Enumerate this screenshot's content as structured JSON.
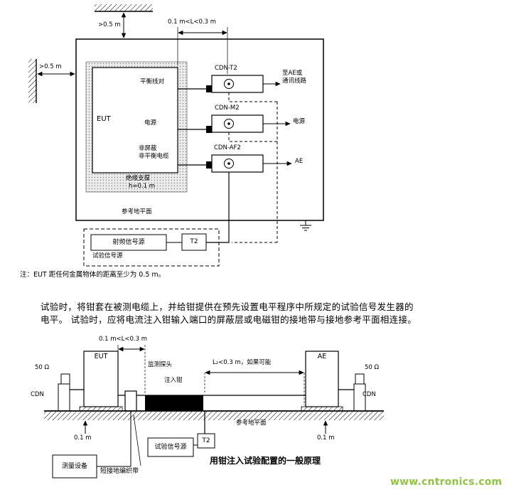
{
  "top": {
    "dims": {
      "ceiling": ">0.5 m",
      "wall": ">0.5 m",
      "cdn": "0.1 m<L<0.3 m"
    },
    "eut": "EUT",
    "cables": {
      "balanced": "平衡线对",
      "power": "电源",
      "unshielded_a": "非屏蔽",
      "unshielded_b": "非平衡电缆"
    },
    "support_a": "绝缘支撑",
    "support_b": "h=0.1 m",
    "ground": "参考地平面",
    "cdn1": {
      "name": "CDN-T2",
      "out_a": "至AE或",
      "out_b": "通讯线路"
    },
    "cdn2": {
      "name": "CDN-M2",
      "out": "电源"
    },
    "cdn3": {
      "name": "CDN-AF2",
      "out": "AE"
    },
    "rf_source": "射频信号源",
    "t2": "T2",
    "sig_source": "试验信号源",
    "note": "注：EUT 距任何金属物体的距离至少为 0.5 m。"
  },
  "paragraph": {
    "line1": "试验时，将钳套在被测电缆上，并给钳提供在预先设置电平程序中所规定的试验信号发生器的",
    "line2": "电平。  试验时，应将电流注入钳输入端口的屏蔽层或电磁钳的接地带与接地参考平面相连接。"
  },
  "bottom": {
    "dim_l": "0.1 m<L<0.3 m",
    "dim_l2": "L₂<0.3 m，如果可能",
    "eut": "EUT",
    "ae": "AE",
    "ohm_left": "50 Ω",
    "ohm_right": "50 Ω",
    "cdn_left": "CDN",
    "cdn_right": "CDN",
    "probe": "监测探头",
    "clamp": "注入钳",
    "ground": "参考地平面",
    "h_left": "0.1 m",
    "h_right": "0.1 m",
    "t2": "T2",
    "sig_source": "试验信号源",
    "measure": "测量设备",
    "braid": "短接地编织带",
    "caption": "用钳注入试验配置的一般原理"
  },
  "watermark": "www.cntronics.com",
  "colors": {
    "watermark": "#8dc63f"
  }
}
